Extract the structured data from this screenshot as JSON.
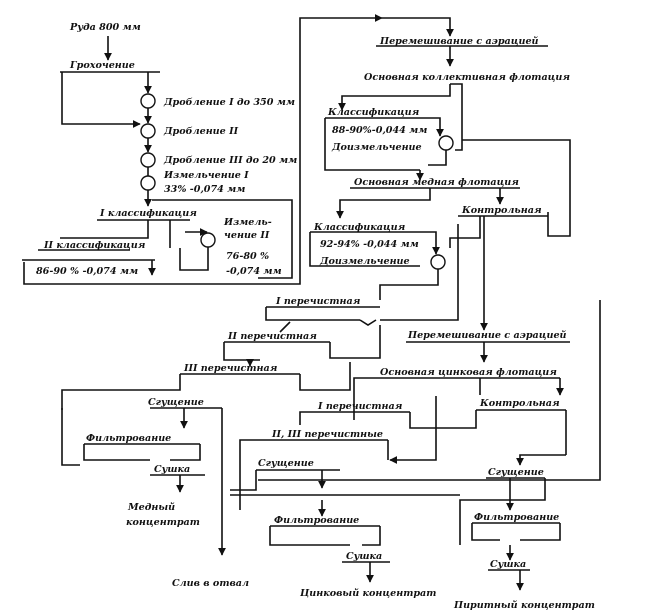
{
  "diagram": {
    "labels": {
      "ore": "Руда 800 мм",
      "screening": "Грохочение",
      "crush1": "Дробление I до 350 мм",
      "crush2": "Дробление II",
      "crush3": "Дробление  III до 20 мм",
      "grind1_a": "Измельчение I",
      "grind1_b": "33% -0,074 мм",
      "class1": "I классификация",
      "class2": "II классификация",
      "class2_size": "86-90 % -0,074 мм",
      "grind2_a": "Измель-",
      "grind2_b": "чение II",
      "grind2_c": "76-80 %",
      "grind2_d": "-0,074 мм",
      "mix_aer_1": "Перемешивание с аэрацией",
      "bulk_flot": "Основная коллективная флотация",
      "classif_a": "Классификация",
      "classif_a_size": "88-90%-0,044 мм",
      "regrind_a": "Доизмельчение",
      "copper_flot": "Основная медная флотация",
      "control_1": "Контрольная",
      "classif_b": "Классификация",
      "classif_b_size": "92-94% -0,044 мм",
      "regrind_b": "Доизмельчение",
      "clean1_cu": "I перечистная",
      "clean2_cu": "II перечистная",
      "clean3_cu": "III перечистная",
      "mix_aer_2": "Перемешивание с аэрацией",
      "zinc_flot": "Основная цинковая флотация",
      "control_2": "Контрольная",
      "clean1_zn": "I перечистная",
      "clean23_zn": "II, III перечистные",
      "thick_cu": "Сгущение",
      "filt_cu": "Фильтрование",
      "dry_cu": "Сушка",
      "conc_cu_a": "Медный",
      "conc_cu_b": "концентрат",
      "tailings": "Слив в отвал",
      "thick_zn": "Сгущение",
      "filt_zn": "Фильтрование",
      "dry_zn": "Сушка",
      "conc_zn": "Цинковый концентрат",
      "thick_py": "Сгущение",
      "filt_py": "Фильтрование",
      "dry_py": "Сушка",
      "conc_py": "Пиритный концентрат"
    }
  }
}
